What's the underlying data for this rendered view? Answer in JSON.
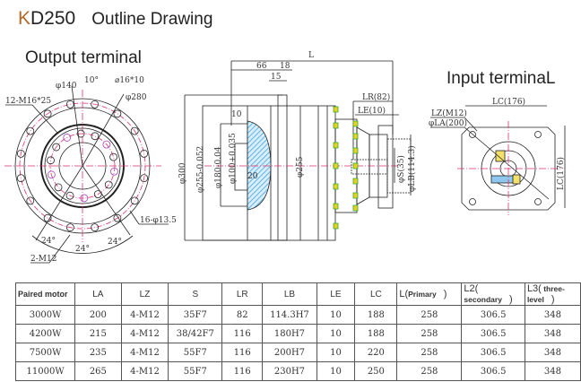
{
  "header": {
    "model": "KD250",
    "model_prefix": "K",
    "model_rest": "D250",
    "title": "Outline Drawing"
  },
  "views": {
    "output_terminal": {
      "label": "Output terminal",
      "annotations": [
        "φ140",
        "10°",
        "⌀16*10",
        "φ280",
        "12-M16*25",
        "16-φ13.5",
        "2-M12",
        "24°",
        "24°",
        "24°"
      ]
    },
    "side_view": {
      "annotations": {
        "L": "L",
        "d66": "66",
        "d18": "18",
        "d15": "15",
        "d10": "10",
        "d20": "20",
        "LR": "LR(82)",
        "LE": "LE(10)",
        "phi300": "φ300",
        "phi255": "φ255-0.052",
        "phi180": "φ180-0.04",
        "phi100": "φ100+0.035",
        "phi255b": "φ255",
        "S": "φS(35)",
        "LB": "φLB(114.3)"
      }
    },
    "input_terminal": {
      "label": "Input terminaL",
      "annotations": {
        "LC_top": "LC(176)",
        "LC_side": "LC(176)",
        "LZ": "LZ(M12)",
        "LA": "φLA(200)"
      }
    }
  },
  "colors": {
    "centerline": "#e0306a",
    "hatch": "#3aa0e0",
    "bolt": "#e8d020",
    "line": "#222222"
  },
  "table": {
    "headers": [
      "Paired motor",
      "LA",
      "LZ",
      "S",
      "LR",
      "LB",
      "LE",
      "LC"
    ],
    "wide_headers": [
      {
        "main": "L(",
        "small": "Primary",
        "end": ")"
      },
      {
        "main": "L2(",
        "small": " secondary",
        "end": ")"
      },
      {
        "main": "L3(",
        "small": " three-level",
        "end": ")"
      }
    ],
    "rows": [
      [
        "3000W",
        "200",
        "4-M12",
        "35F7",
        "82",
        "114.3H7",
        "10",
        "188",
        "258",
        "306.5",
        "348"
      ],
      [
        "4200W",
        "215",
        "4-M12",
        "38/42F7",
        "116",
        "180H7",
        "10",
        "188",
        "258",
        "306.5",
        "348"
      ],
      [
        "7500W",
        "235",
        "4-M12",
        "55F7",
        "116",
        "200H7",
        "10",
        "220",
        "258",
        "306.5",
        "348"
      ],
      [
        "11000W",
        "265",
        "4-M12",
        "55F7",
        "116",
        "230H7",
        "10",
        "250",
        "258",
        "306.5",
        "348"
      ]
    ]
  }
}
